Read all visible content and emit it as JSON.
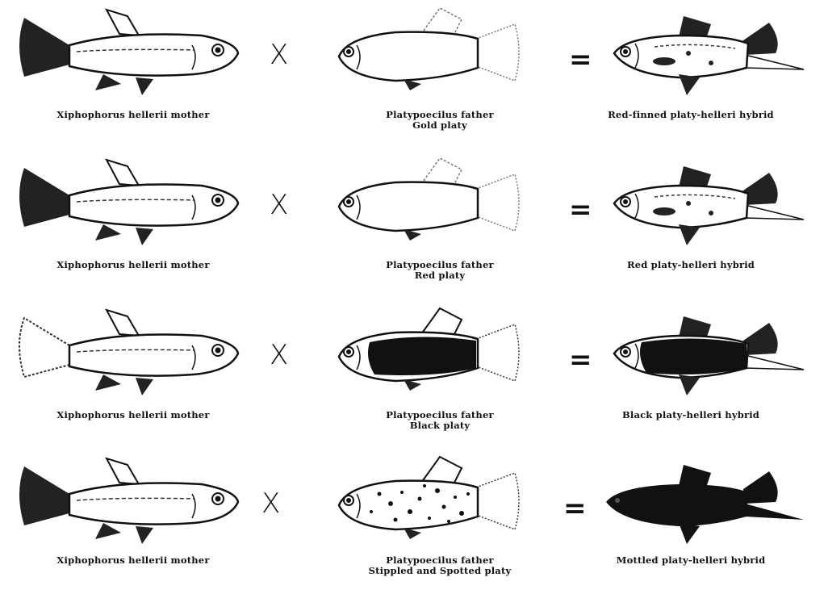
{
  "operators": {
    "cross": "X",
    "equals": "="
  },
  "rows": [
    {
      "mother": "Xiphophorus hellerii mother",
      "father_line1": "Platypoecilus father",
      "father_line2": "Gold platy",
      "hybrid": "Red-finned platy-helleri hybrid",
      "father_body": "plain",
      "hybrid_body": "spotted"
    },
    {
      "mother": "Xiphophorus hellerii mother",
      "father_line1": "Platypoecilus father",
      "father_line2": "Red platy",
      "hybrid": "Red platy-helleri hybrid",
      "father_body": "plain",
      "hybrid_body": "spotted"
    },
    {
      "mother": "Xiphophorus hellerii mother",
      "father_line1": "Platypoecilus father",
      "father_line2": "Black platy",
      "hybrid": "Black platy-helleri hybrid",
      "father_body": "black",
      "hybrid_body": "black"
    },
    {
      "mother": "Xiphophorus hellerii mother",
      "father_line1": "Platypoecilus father",
      "father_line2": "Stippled and Spotted platy",
      "hybrid": "Mottled platy-helleri hybrid",
      "father_body": "stippled",
      "hybrid_body": "fullblack"
    }
  ]
}
